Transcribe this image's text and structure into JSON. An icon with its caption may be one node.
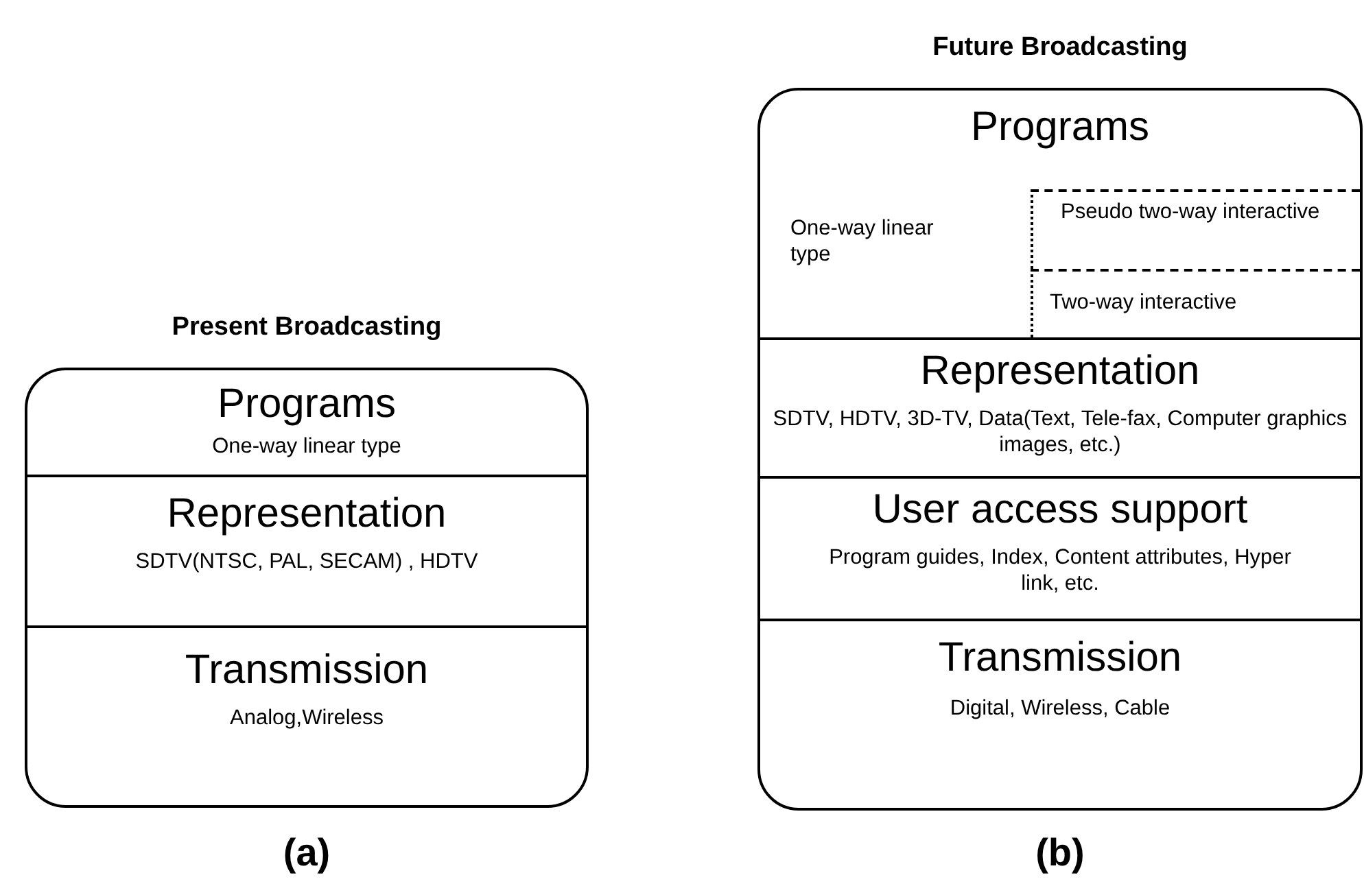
{
  "diagram": {
    "nodes": [
      {
        "text": [
          "Present Broadcasting"
        ],
        "beside": [
          "(a)"
        ]
      },
      {
        "text": [
          "Programs",
          "One-way linear type"
        ],
        "in": 0
      },
      {
        "text": [
          "Representation",
          "SDTV(NTSC, PAL, SECAM) , HDTV"
        ],
        "in": 0
      },
      {
        "text": [
          "Transmission",
          "Analog,Wireless"
        ],
        "in": 0
      },
      {
        "text": [
          "Future Broadcasting"
        ],
        "beside": [
          "(b)"
        ]
      },
      {
        "text": [
          "Programs",
          "One-way linear type"
        ],
        "in": 4
      },
      {
        "text": [
          "Pseudo two-way interactive"
        ],
        "in": 5
      },
      {
        "text": [
          "Two-way interactive"
        ],
        "in": 5
      },
      {
        "text": [
          "Representation",
          "SDTV, HDTV, 3D-TV, Data(Text, Tele-fax, Computer graphics images, etc.)"
        ],
        "in": 4
      },
      {
        "text": [
          "User access support",
          "Program guides, Index, Content attributes, Hyper link, etc."
        ],
        "in": 4
      },
      {
        "text": [
          "Transmission",
          "Digital, Wireless, Cable"
        ],
        "in": 4
      }
    ]
  }
}
